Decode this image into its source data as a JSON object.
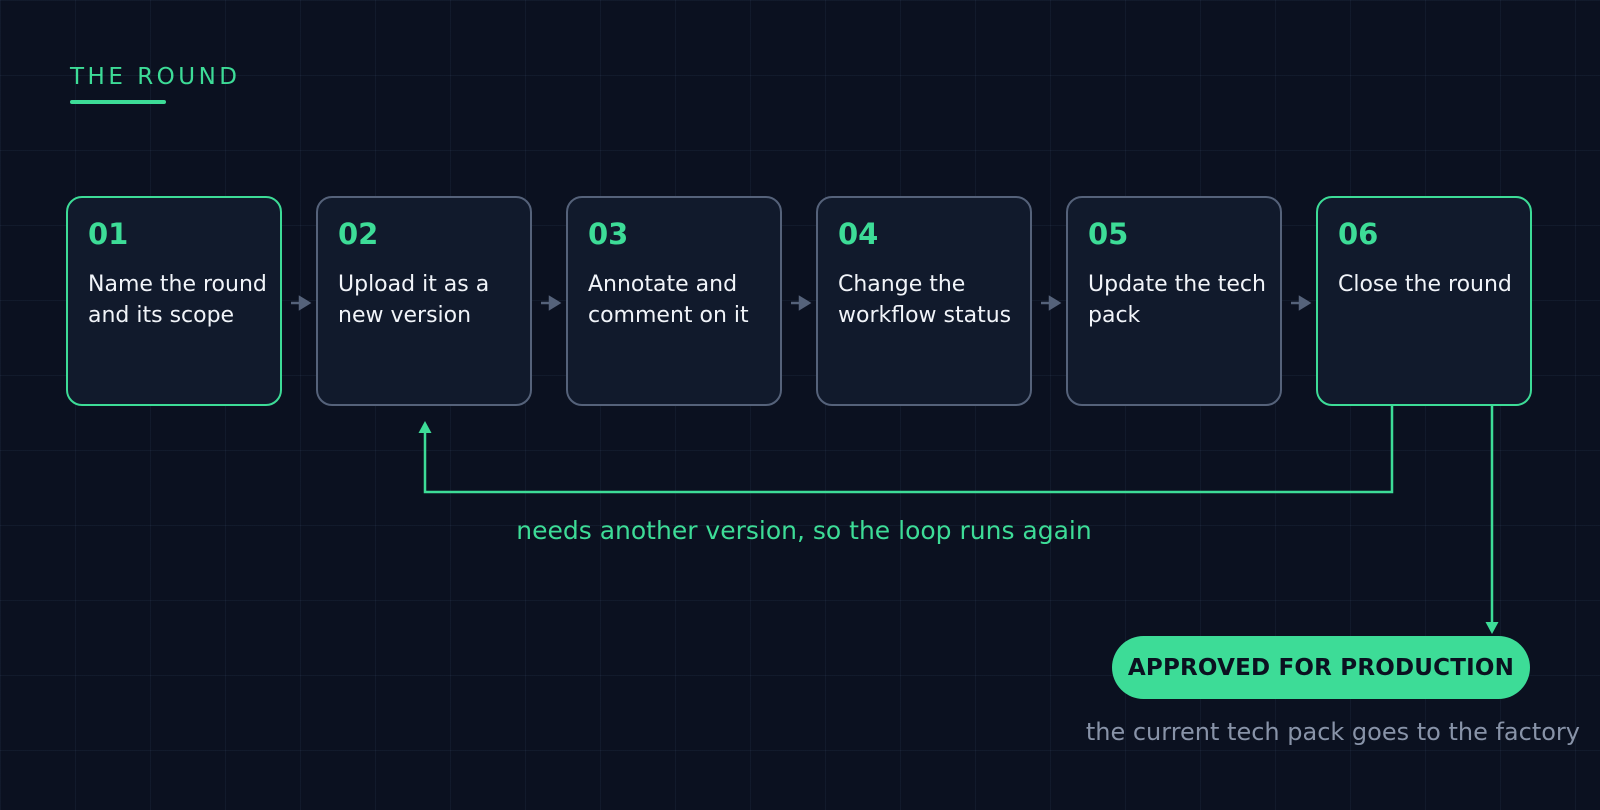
{
  "section": {
    "label": "THE ROUND"
  },
  "steps": [
    {
      "number": "01",
      "text": "Name the round and its scope",
      "highlight": true
    },
    {
      "number": "02",
      "text": "Upload it as a new version",
      "highlight": false
    },
    {
      "number": "03",
      "text": "Annotate and comment on it",
      "highlight": false
    },
    {
      "number": "04",
      "text": "Change the workflow status",
      "highlight": false
    },
    {
      "number": "05",
      "text": "Update the tech pack",
      "highlight": false
    },
    {
      "number": "06",
      "text": "Close the round",
      "highlight": true
    }
  ],
  "loop": {
    "caption": "needs another version, so the loop runs again"
  },
  "outcome": {
    "label": "APPROVED FOR PRODUCTION",
    "caption": "the current tech pack goes to the factory"
  },
  "colors": {
    "accent": "#3ddc97",
    "background": "#0b1120",
    "box_border": "#55627a",
    "box_fill": "#111a2c",
    "muted_text": "#8893a8"
  }
}
